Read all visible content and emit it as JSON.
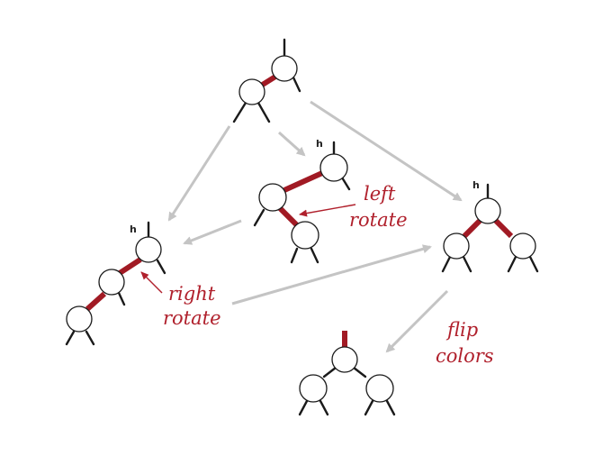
{
  "labels": {
    "left_rotate": [
      "left",
      "rotate"
    ],
    "right_rotate": [
      "right",
      "rotate"
    ],
    "flip_colors": [
      "flip",
      "colors"
    ],
    "h": "h"
  },
  "colors": {
    "red_link": "#a11a24",
    "label": "#b0202c",
    "transition_arrow": "#c4c4c4",
    "node_stroke": "#1a1a1a"
  }
}
